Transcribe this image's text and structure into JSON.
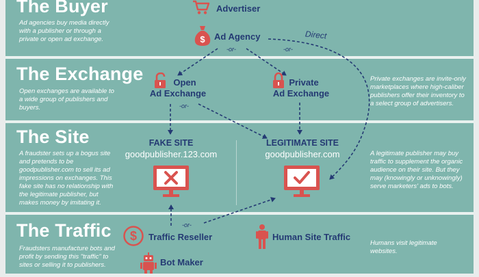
{
  "sections": {
    "buyer": {
      "title": "The Buyer",
      "desc": "Ad agencies buy media directly with a publisher or through a private or open ad exchange."
    },
    "exchange": {
      "title": "The Exchange",
      "desc": "Open exchanges are available to a wide group of publishers and buyers.",
      "right_desc": "Private exchanges are invite-only marketplaces where high-caliber publishers offer their inventory to a select group of advertisers."
    },
    "site": {
      "title": "The Site",
      "desc": "A fraudster sets up a bogus site and pretends to be goodpublisher.com to sell its ad impressions on exchanges. This fake site has no relationship with the legitimate publisher, but makes money by imitating it.",
      "right_desc": "A legitimate publisher may buy traffic to supplement the organic audience on their site. But they may (knowingly or unknowingly) serve marketers' ads to bots."
    },
    "traffic": {
      "title": "The Traffic",
      "desc": "Fraudsters manufacture bots and profit by sending this \"traffic\" to sites or selling it to publishers.",
      "right_desc": "Humans visit legitimate websites."
    }
  },
  "nodes": {
    "advertiser": "Advertiser",
    "ad_agency": "Ad Agency",
    "open_exchange_line1": "Open",
    "open_exchange_line2": "Ad Exchange",
    "private_exchange_line1": "Private",
    "private_exchange_line2": "Ad Exchange",
    "fake_site_name": "FAKE SITE",
    "fake_site_url": "goodpublisher.123.com",
    "legit_site_name": "LEGITIMATE SITE",
    "legit_site_url": "goodpublisher.com",
    "traffic_reseller": "Traffic Reseller",
    "bot_maker": "Bot Maker",
    "human_traffic": "Human Site Traffic"
  },
  "labels": {
    "or": "-or-",
    "direct": "Direct"
  },
  "icons": {
    "advertiser": "shopping-cart-icon",
    "ad_agency": "money-bag-icon",
    "open_exchange": "unlocked-padlock-icon",
    "private_exchange": "locked-padlock-icon",
    "fake_site": "monitor-x-icon",
    "legit_site": "monitor-check-icon",
    "traffic_reseller": "dollar-coin-icon",
    "bot_maker": "robot-icon",
    "human_traffic": "person-icon"
  },
  "colors": {
    "band": "#7fb5ad",
    "navy": "#243a73",
    "red": "#d9534f"
  }
}
